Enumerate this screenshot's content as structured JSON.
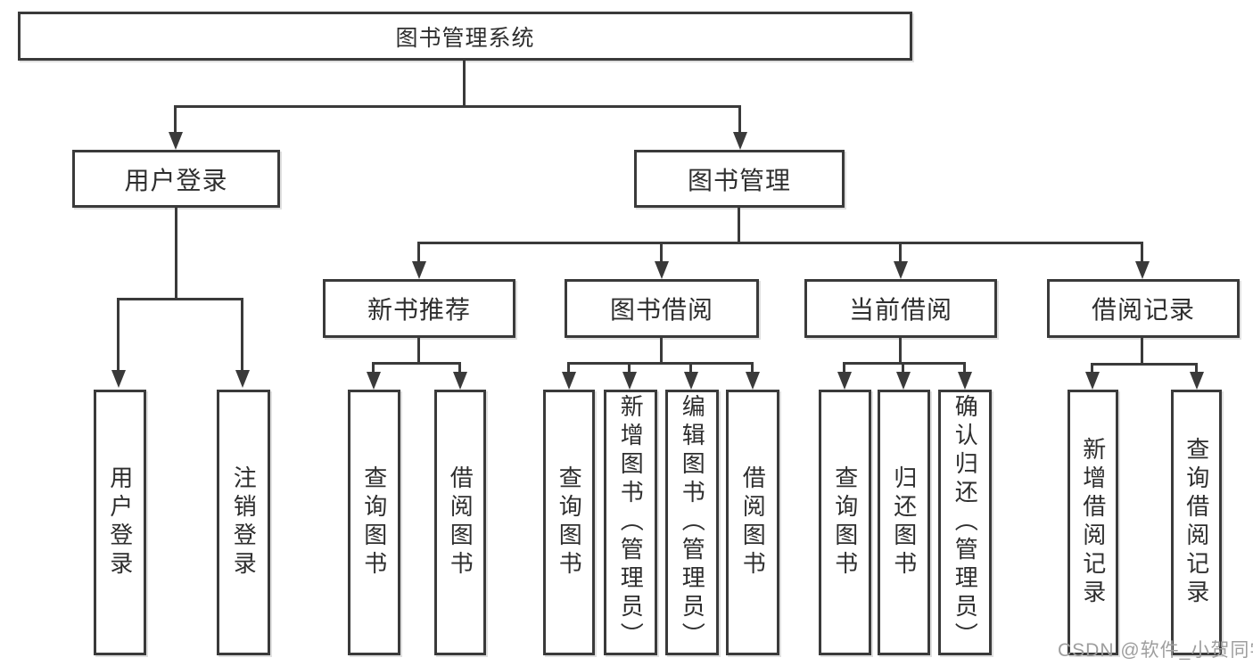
{
  "diagram": {
    "root": "图书管理系统",
    "level2": {
      "user_login": "用户登录",
      "book_mgmt": "图书管理"
    },
    "level3": {
      "new_books": "新书推荐",
      "book_borrow": "图书借阅",
      "current_borrow": "当前借阅",
      "borrow_records": "借阅记录"
    },
    "leaves": {
      "user_login_children": [
        "用户登录",
        "注销登录"
      ],
      "new_books_children": [
        "查询图书",
        "借阅图书"
      ],
      "book_borrow_children": [
        "查询图书",
        "新增图书（管理员）",
        "编辑图书（管理员）",
        "借阅图书"
      ],
      "current_borrow_children": [
        "查询图书",
        "归还图书",
        "确认归还（管理员）"
      ],
      "borrow_records_children": [
        "新增借阅记录",
        "查询借阅记录"
      ]
    }
  },
  "watermark": "CSDN @软件_小贺同学",
  "colors": {
    "line": "#3a3a3a",
    "text": "#2e2e2e",
    "watermark": "#9e9e9e",
    "background": "#ffffff"
  }
}
